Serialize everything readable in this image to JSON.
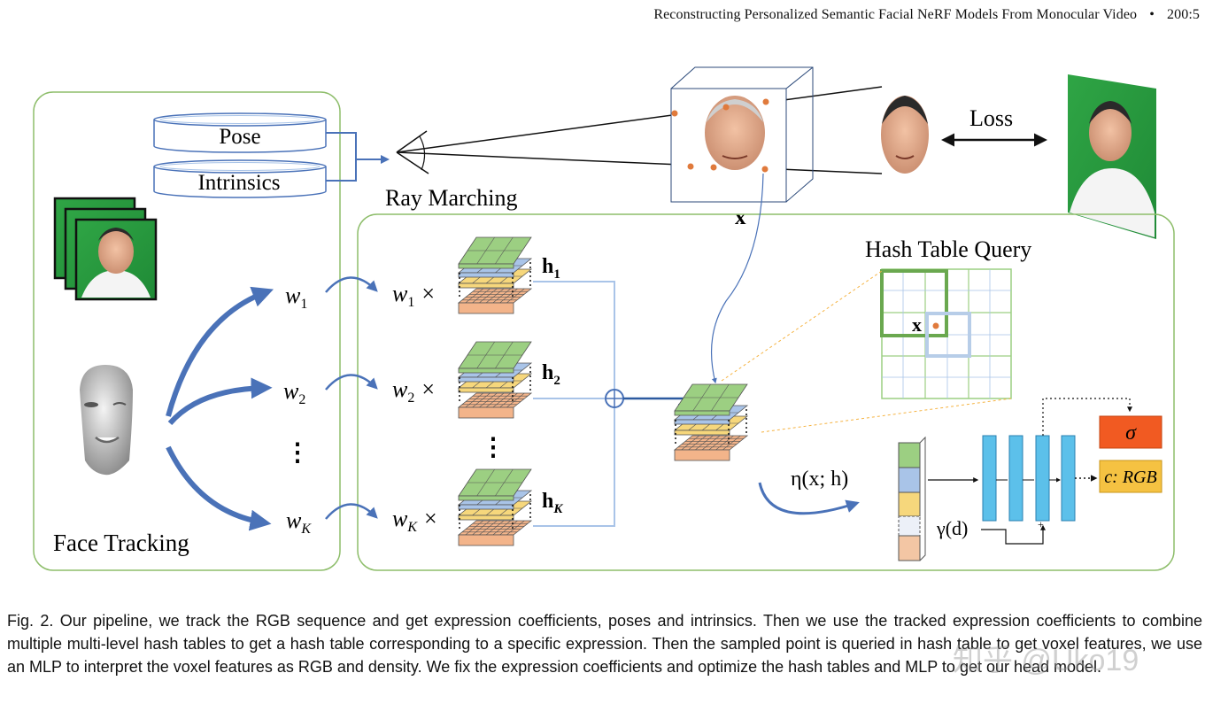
{
  "header": {
    "title": "Reconstructing Personalized Semantic Facial NeRF Models From Monocular Video",
    "separator": "•",
    "page": "200:5"
  },
  "figure": {
    "pose_label": "Pose",
    "intrinsics_label": "Intrinsics",
    "ray_marching_label": "Ray Marching",
    "x_label": "x",
    "loss_label": "Loss",
    "face_tracking_label": "Face Tracking",
    "hash_table_query_label": "Hash Table Query",
    "weights": [
      "w",
      "w",
      "w"
    ],
    "weight_subscripts": [
      "1",
      "2",
      "K"
    ],
    "times": "×",
    "h_labels": [
      "h",
      "h",
      "h"
    ],
    "h_subscripts": [
      "1",
      "2",
      "K"
    ],
    "vdots": "⋮",
    "eta_label": "η(x; h)",
    "gamma_label": "γ(d)",
    "plus": "+",
    "sigma_label": "σ",
    "rgb_label": "c: RGB",
    "colors": {
      "green_frame": "#8dbd6a",
      "blue_arrow": "#4a72b8",
      "sigma_box": "#f15a22",
      "rgb_box": "#f5c242",
      "mlp_bar": "#5cc0ea",
      "grid_green": "#9ccf82",
      "grid_blue": "#a9c4e8",
      "grid_yellow": "#f6d77c",
      "grid_orange": "#f3b48a"
    }
  },
  "caption": {
    "text": "Fig. 2.  Our pipeline, we track the RGB sequence and get expression coefficients, poses and intrinsics. Then we use the tracked expression coefficients to combine multiple multi-level hash tables to get a hash table corresponding to a specific expression. Then the sampled point is queried in hash table to get voxel features, we use an MLP to interpret the voxel features as RGB and density. We fix the expression coefficients and optimize the hash tables and MLP to get our head model."
  },
  "watermark": "知乎 @Uko19"
}
